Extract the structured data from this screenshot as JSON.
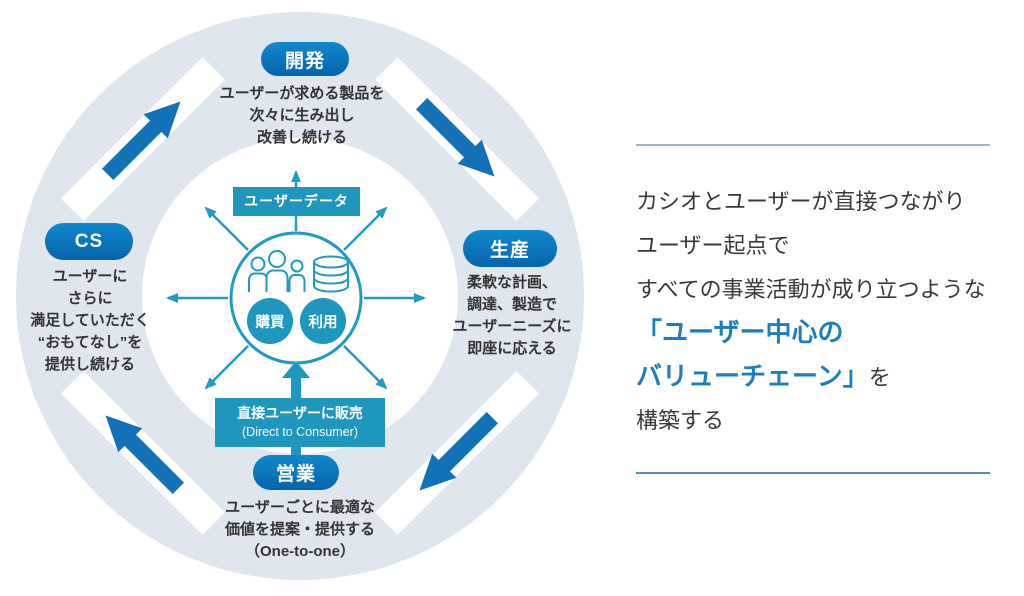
{
  "diagram": {
    "nodes": {
      "dev": {
        "label": "開発",
        "desc": [
          "ユーザーが求める製品を",
          "次々に生み出し",
          "改善し続ける"
        ]
      },
      "prod": {
        "label": "生産",
        "desc": [
          "柔軟な計画、",
          "調達、製造で",
          "ユーザーニーズに",
          "即座に応える"
        ]
      },
      "sales": {
        "label": "営業",
        "desc": [
          "ユーザーごとに最適な",
          "価値を提案・提供する",
          "（One-to-one）"
        ]
      },
      "cs": {
        "label": "CS",
        "desc": [
          "ユーザーに",
          "さらに",
          "満足していただく",
          "“おもてなし”を",
          "提供し続ける"
        ]
      }
    },
    "center": {
      "user_data_label": "ユーザーデータ",
      "buy_label": "購買",
      "use_label": "利用",
      "d2c_line1": "直接ユーザーに販売",
      "d2c_line2": "(Direct to Consumer)"
    },
    "icons": {
      "users": "users-icon",
      "database": "database-icon"
    },
    "colors": {
      "ring": "#dfe6ee",
      "cycle_arrow": "#1371b8",
      "teal": "#1e96be",
      "pill_gradient_top": "#1089cd",
      "pill_gradient_bottom": "#0563ad"
    }
  },
  "panel": {
    "lines": [
      "カシオとユーザーが直接つながり",
      "ユーザー起点で",
      "すべての事業活動が成り立つような"
    ],
    "highlight_line1": "「ユーザー中心の",
    "highlight_line2": "バリューチェーン」",
    "highlight_suffix": "を",
    "last_line": "構築する",
    "colors": {
      "text": "#3a3a3a",
      "highlight": "#1c7ec1"
    }
  }
}
